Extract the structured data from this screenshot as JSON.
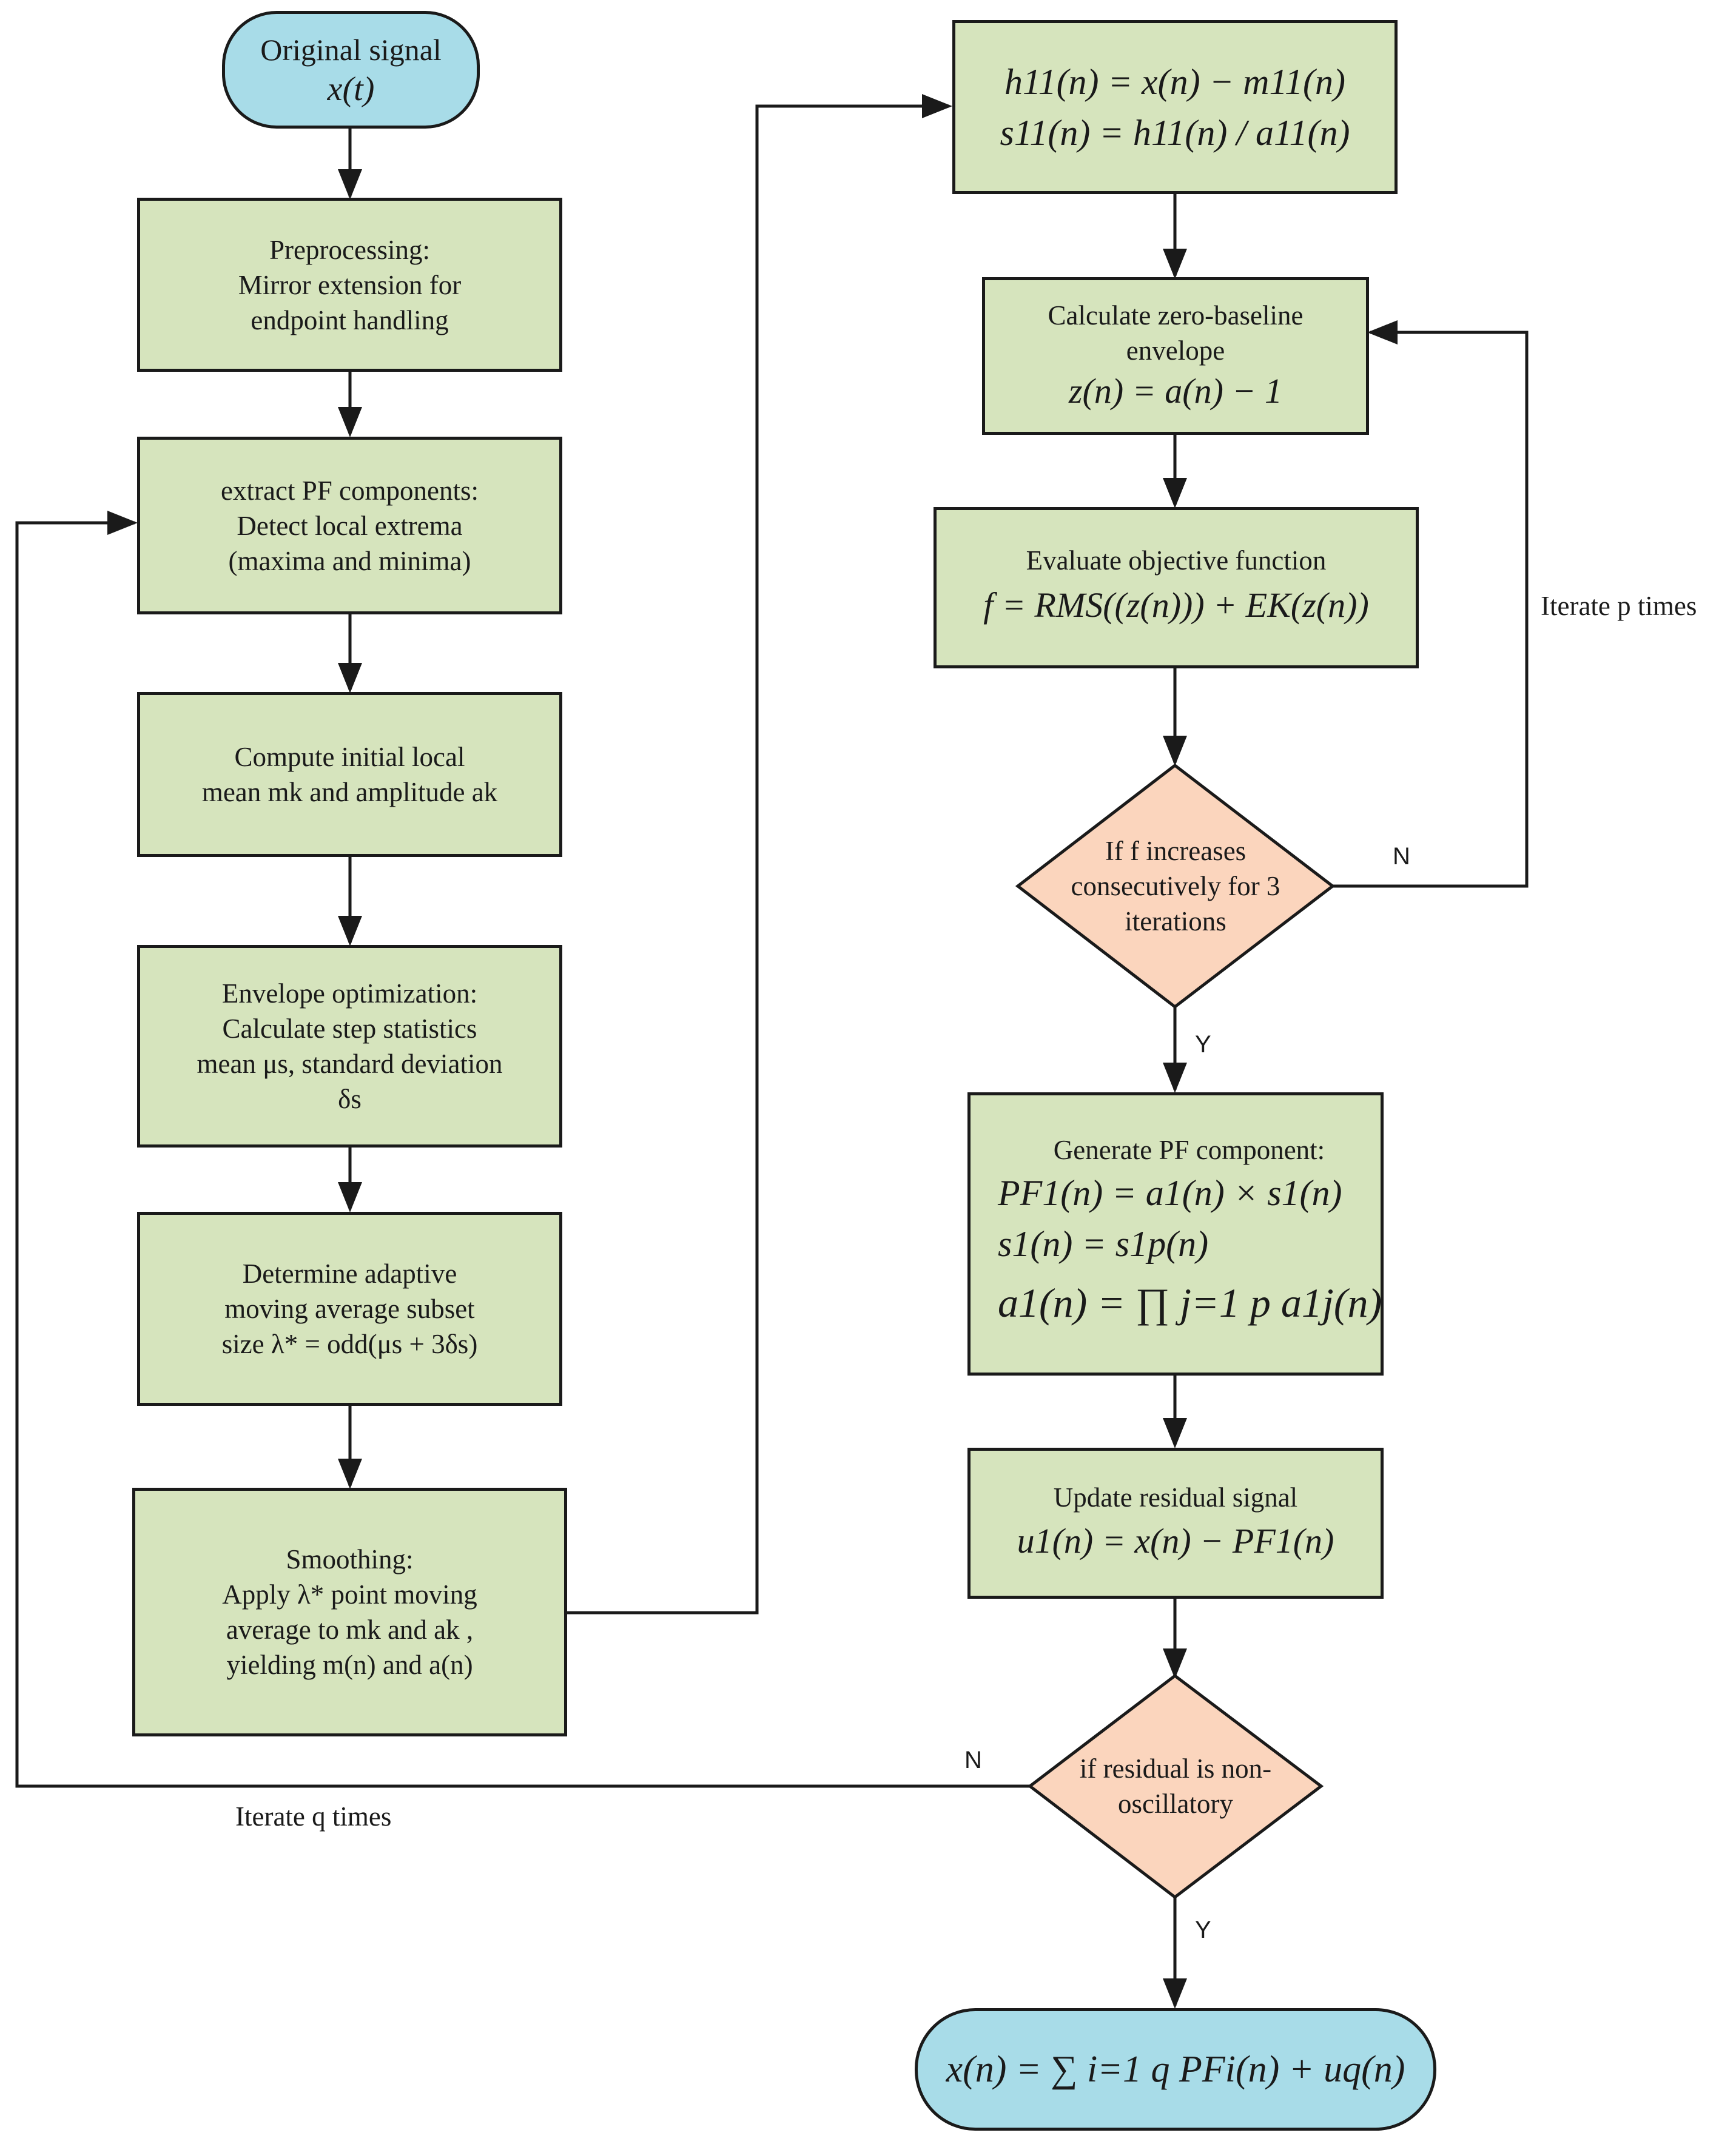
{
  "left_column": {
    "start": {
      "line1": "Original signal",
      "formula": "x(t)"
    },
    "preprocess": [
      "Preprocessing:",
      "Mirror extension for",
      "endpoint handling"
    ],
    "extract": [
      "extract PF components:",
      "Detect local extrema",
      "(maxima and minima)"
    ],
    "compute": [
      "Compute initial local",
      "mean mk and amplitude ak"
    ],
    "envelope_opt": [
      "Envelope optimization:",
      "Calculate step statistics",
      "mean μs, standard deviation",
      "δs"
    ],
    "determine": [
      "Determine adaptive",
      "moving average subset",
      "size λ* = odd(μs + 3δs)"
    ],
    "smoothing": [
      "Smoothing:",
      "Apply λ* point moving",
      "average to mk and ak ,",
      "yielding m(n)  and a(n)"
    ]
  },
  "right_column": {
    "h_formulas": [
      "h11(n) = x(n) − m11(n)",
      "s11(n) = h11(n) / a11(n)"
    ],
    "zero_baseline": {
      "lines": [
        "Calculate zero-baseline",
        "envelope"
      ],
      "formula": "z(n) = a(n) − 1"
    },
    "objective": {
      "line": "Evaluate objective function",
      "formula": "f = RMS((z(n))) + EK(z(n))"
    },
    "decision1": [
      "If f increases",
      "consecutively for 3",
      "iterations"
    ],
    "generate": {
      "line": "Generate PF component:",
      "formulas": [
        "PF1(n) = a1(n) × s1(n)",
        "s1(n) = s1p(n)",
        "a1(n) = ∏ j=1 p a1j(n)"
      ]
    },
    "update": {
      "line": "Update residual signal",
      "formula": "u1(n) = x(n) − PF1(n)"
    },
    "decision2": [
      "if residual is non-",
      "oscillatory"
    ],
    "end": {
      "formula": "x(n) = ∑ i=1 q PFi(n) + uq(n)"
    }
  },
  "labels": {
    "iterate_p": "Iterate p times",
    "iterate_q": "Iterate q times",
    "n1": "N",
    "y1": "Y",
    "n2": "N",
    "y2": "Y"
  },
  "colors": {
    "process_fill": "#d6e4bd",
    "decision_fill": "#fbd5bd",
    "terminal_fill": "#a8dce8",
    "stroke": "#1a1a1a"
  }
}
